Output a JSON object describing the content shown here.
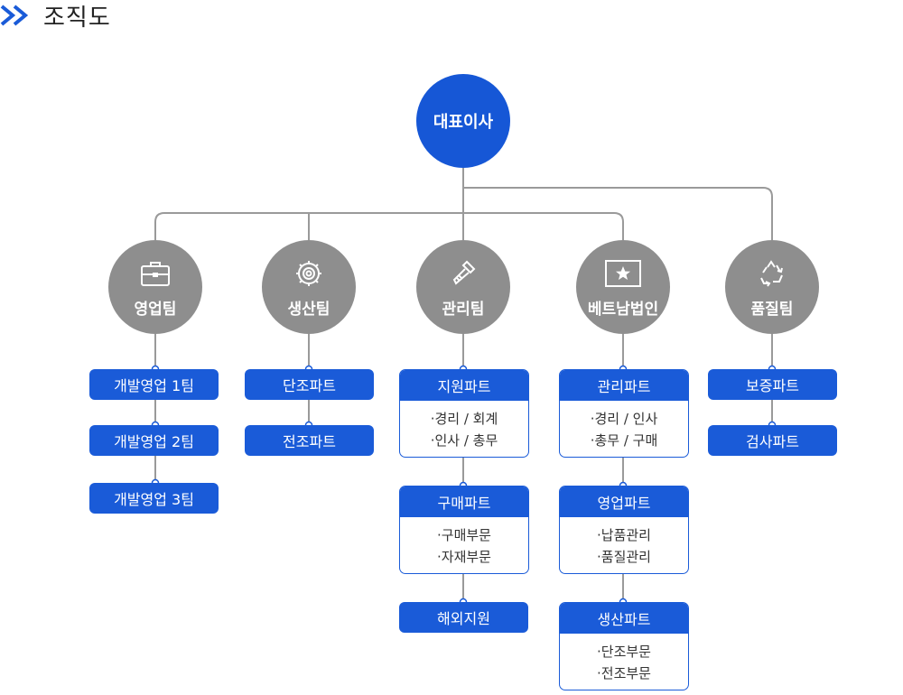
{
  "page": {
    "title": "조직도"
  },
  "ceo": {
    "label": "대표이사"
  },
  "teams": [
    {
      "label": "영업팀",
      "icon": "briefcase-icon"
    },
    {
      "label": "생산팀",
      "icon": "gear-icon"
    },
    {
      "label": "관리팀",
      "icon": "screw-icon"
    },
    {
      "label": "베트남법인",
      "icon": "star-flag-icon"
    },
    {
      "label": "품질팀",
      "icon": "recycle-icon"
    }
  ],
  "sales": [
    "개발영업 1팀",
    "개발영업 2팀",
    "개발영업 3팀"
  ],
  "production": [
    "단조파트",
    "전조파트"
  ],
  "management": {
    "support": {
      "title": "지원파트",
      "items": [
        "·경리 / 회계",
        "·인사 / 총무"
      ]
    },
    "purchase": {
      "title": "구매파트",
      "items": [
        "·구매부문",
        "·자재부문"
      ]
    },
    "overseas": "해외지원"
  },
  "vietnam": {
    "admin": {
      "title": "관리파트",
      "items": [
        "·경리 / 인사",
        "·총무 / 구매"
      ]
    },
    "sales": {
      "title": "영업파트",
      "items": [
        "·납품관리",
        "·품질관리"
      ]
    },
    "production": {
      "title": "생산파트",
      "items": [
        "·단조부문",
        "·전조부문"
      ]
    }
  },
  "quality": [
    "보증파트",
    "검사파트"
  ],
  "colors": {
    "primary": "#1a5bd8",
    "team_gray": "#8e8e8e",
    "line": "#9a9a9a"
  }
}
